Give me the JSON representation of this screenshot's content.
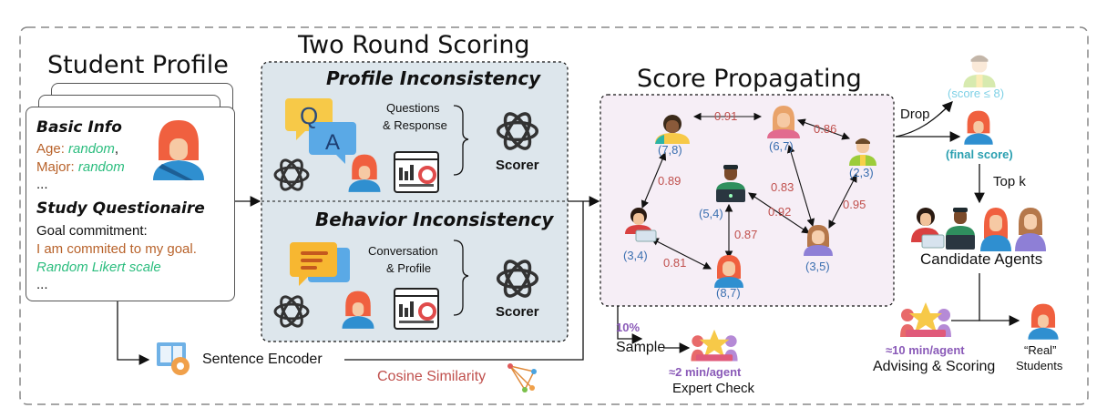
{
  "sections": {
    "student_profile": "Student Profile",
    "two_round": "Two Round Scoring",
    "score_propagating": "Score Propagating"
  },
  "profile": {
    "basic_info": "Basic Info",
    "age_label": "Age:",
    "age_value": "random",
    "age_comma": ",",
    "major_label": "Major:",
    "major_value": "random",
    "ellipsis1": "...",
    "study_q": "Study Questionaire",
    "goal": "Goal commitment:",
    "commit": "I am commited to my goal.",
    "likert": "Random Likert scale",
    "ellipsis2": "..."
  },
  "scoring": {
    "profile_title": "Profile Inconsistency",
    "qr_line1": "Questions",
    "qr_line2": "& Response",
    "scorer1": "Scorer",
    "behavior_title": "Behavior Inconsistency",
    "cp_line1": "Conversation",
    "cp_line2": "& Profile",
    "scorer2": "Scorer",
    "q_letter": "Q",
    "a_letter": "A"
  },
  "graph": {
    "nodes": [
      "(7,8)",
      "(6,7)",
      "(2,3)",
      "(5,4)",
      "(3,4)",
      "(3,5)",
      "(8,7)"
    ],
    "weights": [
      "0.91",
      "0.86",
      "0.89",
      "0.83",
      "0.92",
      "0.95",
      "0.87",
      "0.81"
    ]
  },
  "right": {
    "drop": "Drop",
    "score_le": "(score ≤ 8)",
    "final_score": "(final score)",
    "topk": "Top k",
    "candidates": "Candidate Agents",
    "advising_time": "≈10 min/agent",
    "advising": "Advising & Scoring",
    "real": "“Real”",
    "students": "Students"
  },
  "bottom": {
    "encoder": "Sentence Encoder",
    "cosine": "Cosine Similarity",
    "ten": "10%",
    "sample": "Sample",
    "expert_time": "≈2 min/agent",
    "expert": "Expert Check"
  },
  "colors": {
    "panel_bg": "#dde6ec",
    "graph_bg": "#f6eef6",
    "weight": "#c0504d",
    "coord": "#3a6fb0",
    "orange_text": "#b8622a",
    "green_text": "#2bbd7e",
    "purple": "#8a5ab8",
    "teal_text": "#2a9fb0",
    "faded_text": "#7fd1e6"
  }
}
